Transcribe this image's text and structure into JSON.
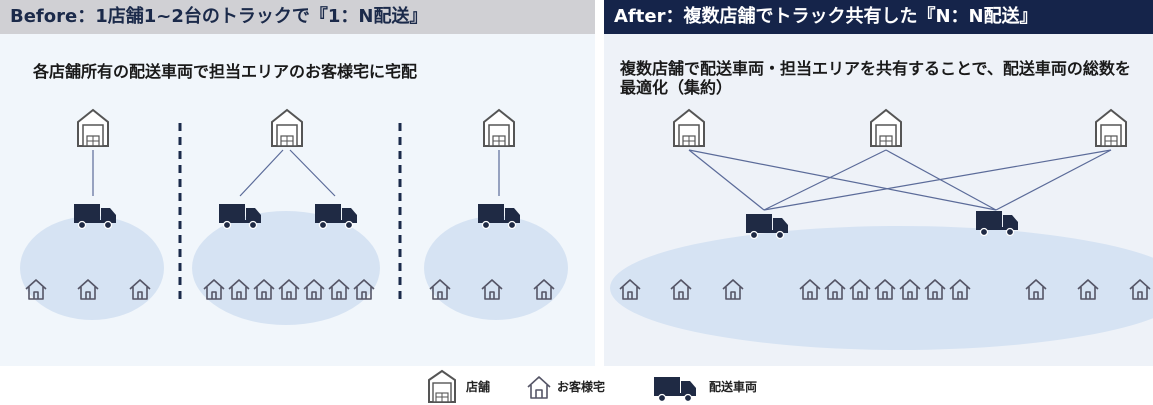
{
  "before": {
    "title": "Before：1店舗1~2台のトラックで『1：N配送』",
    "subtitle": "各店舗所有の配送車両で担当エリアのお客様宅に宅配"
  },
  "after": {
    "title": "After：複数店舗でトラック共有した『N：N配送』",
    "subtitle": "複数店舗で配送車両・担当エリアを共有することで、配送車両の総数を最適化（集約）"
  },
  "legend": {
    "store": "店舗",
    "house": "お客様宅",
    "truck": "配送車両"
  },
  "colors": {
    "before_header_bg": "#d0d0d4",
    "after_header_bg": "#15244a",
    "area_fill": "#d6e3f3",
    "line": "#5b6b99"
  }
}
